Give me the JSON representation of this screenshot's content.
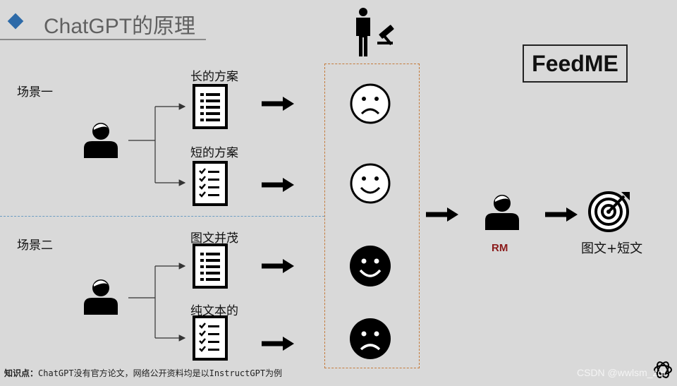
{
  "title": "ChatGPT的原理",
  "badge": "FeedME",
  "scenes": [
    {
      "label": "场景一",
      "plans": [
        "长的方案",
        "短的方案"
      ]
    },
    {
      "label": "场景二",
      "plans": [
        "图文并茂",
        "纯文本的"
      ]
    }
  ],
  "reward_model_label": "RM",
  "output_label": "图文+短文",
  "footnote": {
    "prefix": "知识点：",
    "text": "ChatGPT没有官方论文，网络公开资料均是以InstructGPT为例"
  },
  "watermark": "CSDN @wwlsm_zql",
  "icons": {
    "judge": "judge-gavel-icon",
    "user": "user-icon",
    "document": "document-list-icon",
    "checklist": "checklist-icon",
    "arrow": "arrow-right-icon",
    "face_sad": "sad-face-icon",
    "face_happy": "smiley-face-icon",
    "target": "target-icon",
    "openai": "openai-logo-icon"
  },
  "colors": {
    "title": "#606060",
    "diamond": "#2d6aa8",
    "rm_label": "#8b1a1a",
    "dashed_box": "#c47a3a",
    "divider": "#6b9bc2"
  }
}
